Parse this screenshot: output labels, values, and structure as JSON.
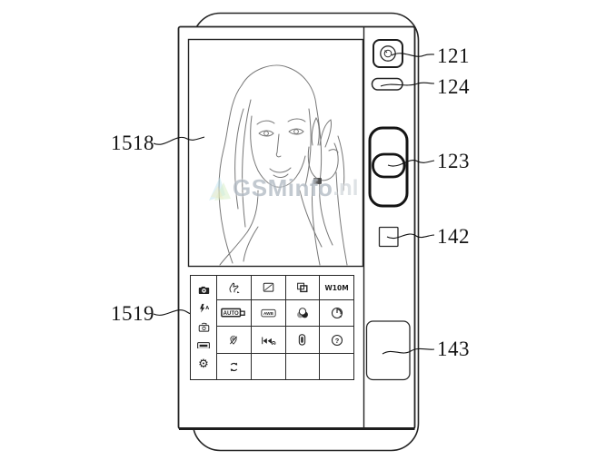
{
  "figure": {
    "kind": "patent-line-drawing",
    "device": "mobile terminal rear view with camera preview and settings grid",
    "line_color": "#222222",
    "background": "#ffffff"
  },
  "labels": {
    "display_ref": "1518",
    "grid_ref": "1519",
    "camera_ref": "121",
    "flash_ref": "124",
    "toggle_ref": "123",
    "key_ref": "142",
    "panel_ref": "143"
  },
  "watermark": {
    "name": "GSMinfo",
    "suffix": ".nl",
    "logo": "gsminfo-triangle-logo",
    "logo_colors": [
      "#bfe3f0",
      "#cde9b9",
      "#f0e6b0"
    ]
  },
  "grid": {
    "sidebar_icons": [
      "camera-icon",
      "auto-flash-icon",
      "switch-camera-icon",
      "mode-icon",
      "settings-gear-icon"
    ],
    "cells": [
      [
        "gesture-hand-icon",
        "exposure-square-icon",
        "dual-window-icon",
        "W10M"
      ],
      [
        "AUTO",
        "AWB",
        "white-balance-circles-icon",
        "timer-icon"
      ],
      [
        "location-off-icon",
        "sound-shot-icon",
        "battery-icon",
        "help-icon"
      ],
      [
        "rotate-icon",
        "",
        "",
        ""
      ]
    ],
    "resolution_label": "W10M",
    "auto_label": "AUTO",
    "awb_label": "AWB",
    "flash_auto_letter": "A",
    "help_glyph": "?",
    "gear_glyph": "⚙"
  }
}
